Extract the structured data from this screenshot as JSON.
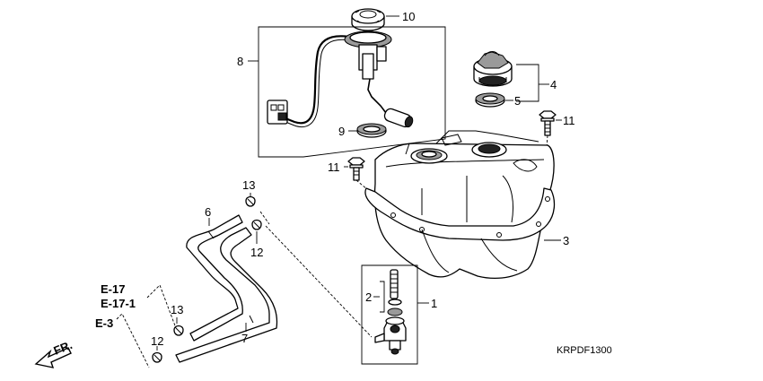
{
  "callouts": {
    "p1": "1",
    "p2": "2",
    "p3": "3",
    "p4": "4",
    "p5": "5",
    "p6": "6",
    "p7": "7",
    "p8": "8",
    "p9": "9",
    "p10": "10",
    "p11a": "11",
    "p11b": "11",
    "p12a": "12",
    "p12b": "12",
    "p13a": "13",
    "p13b": "13"
  },
  "refs": {
    "e17": "E-17",
    "e171": "E-17-1",
    "e3": "E-3"
  },
  "front_marker": "FR.",
  "diagram_code": "KRPDF1300"
}
